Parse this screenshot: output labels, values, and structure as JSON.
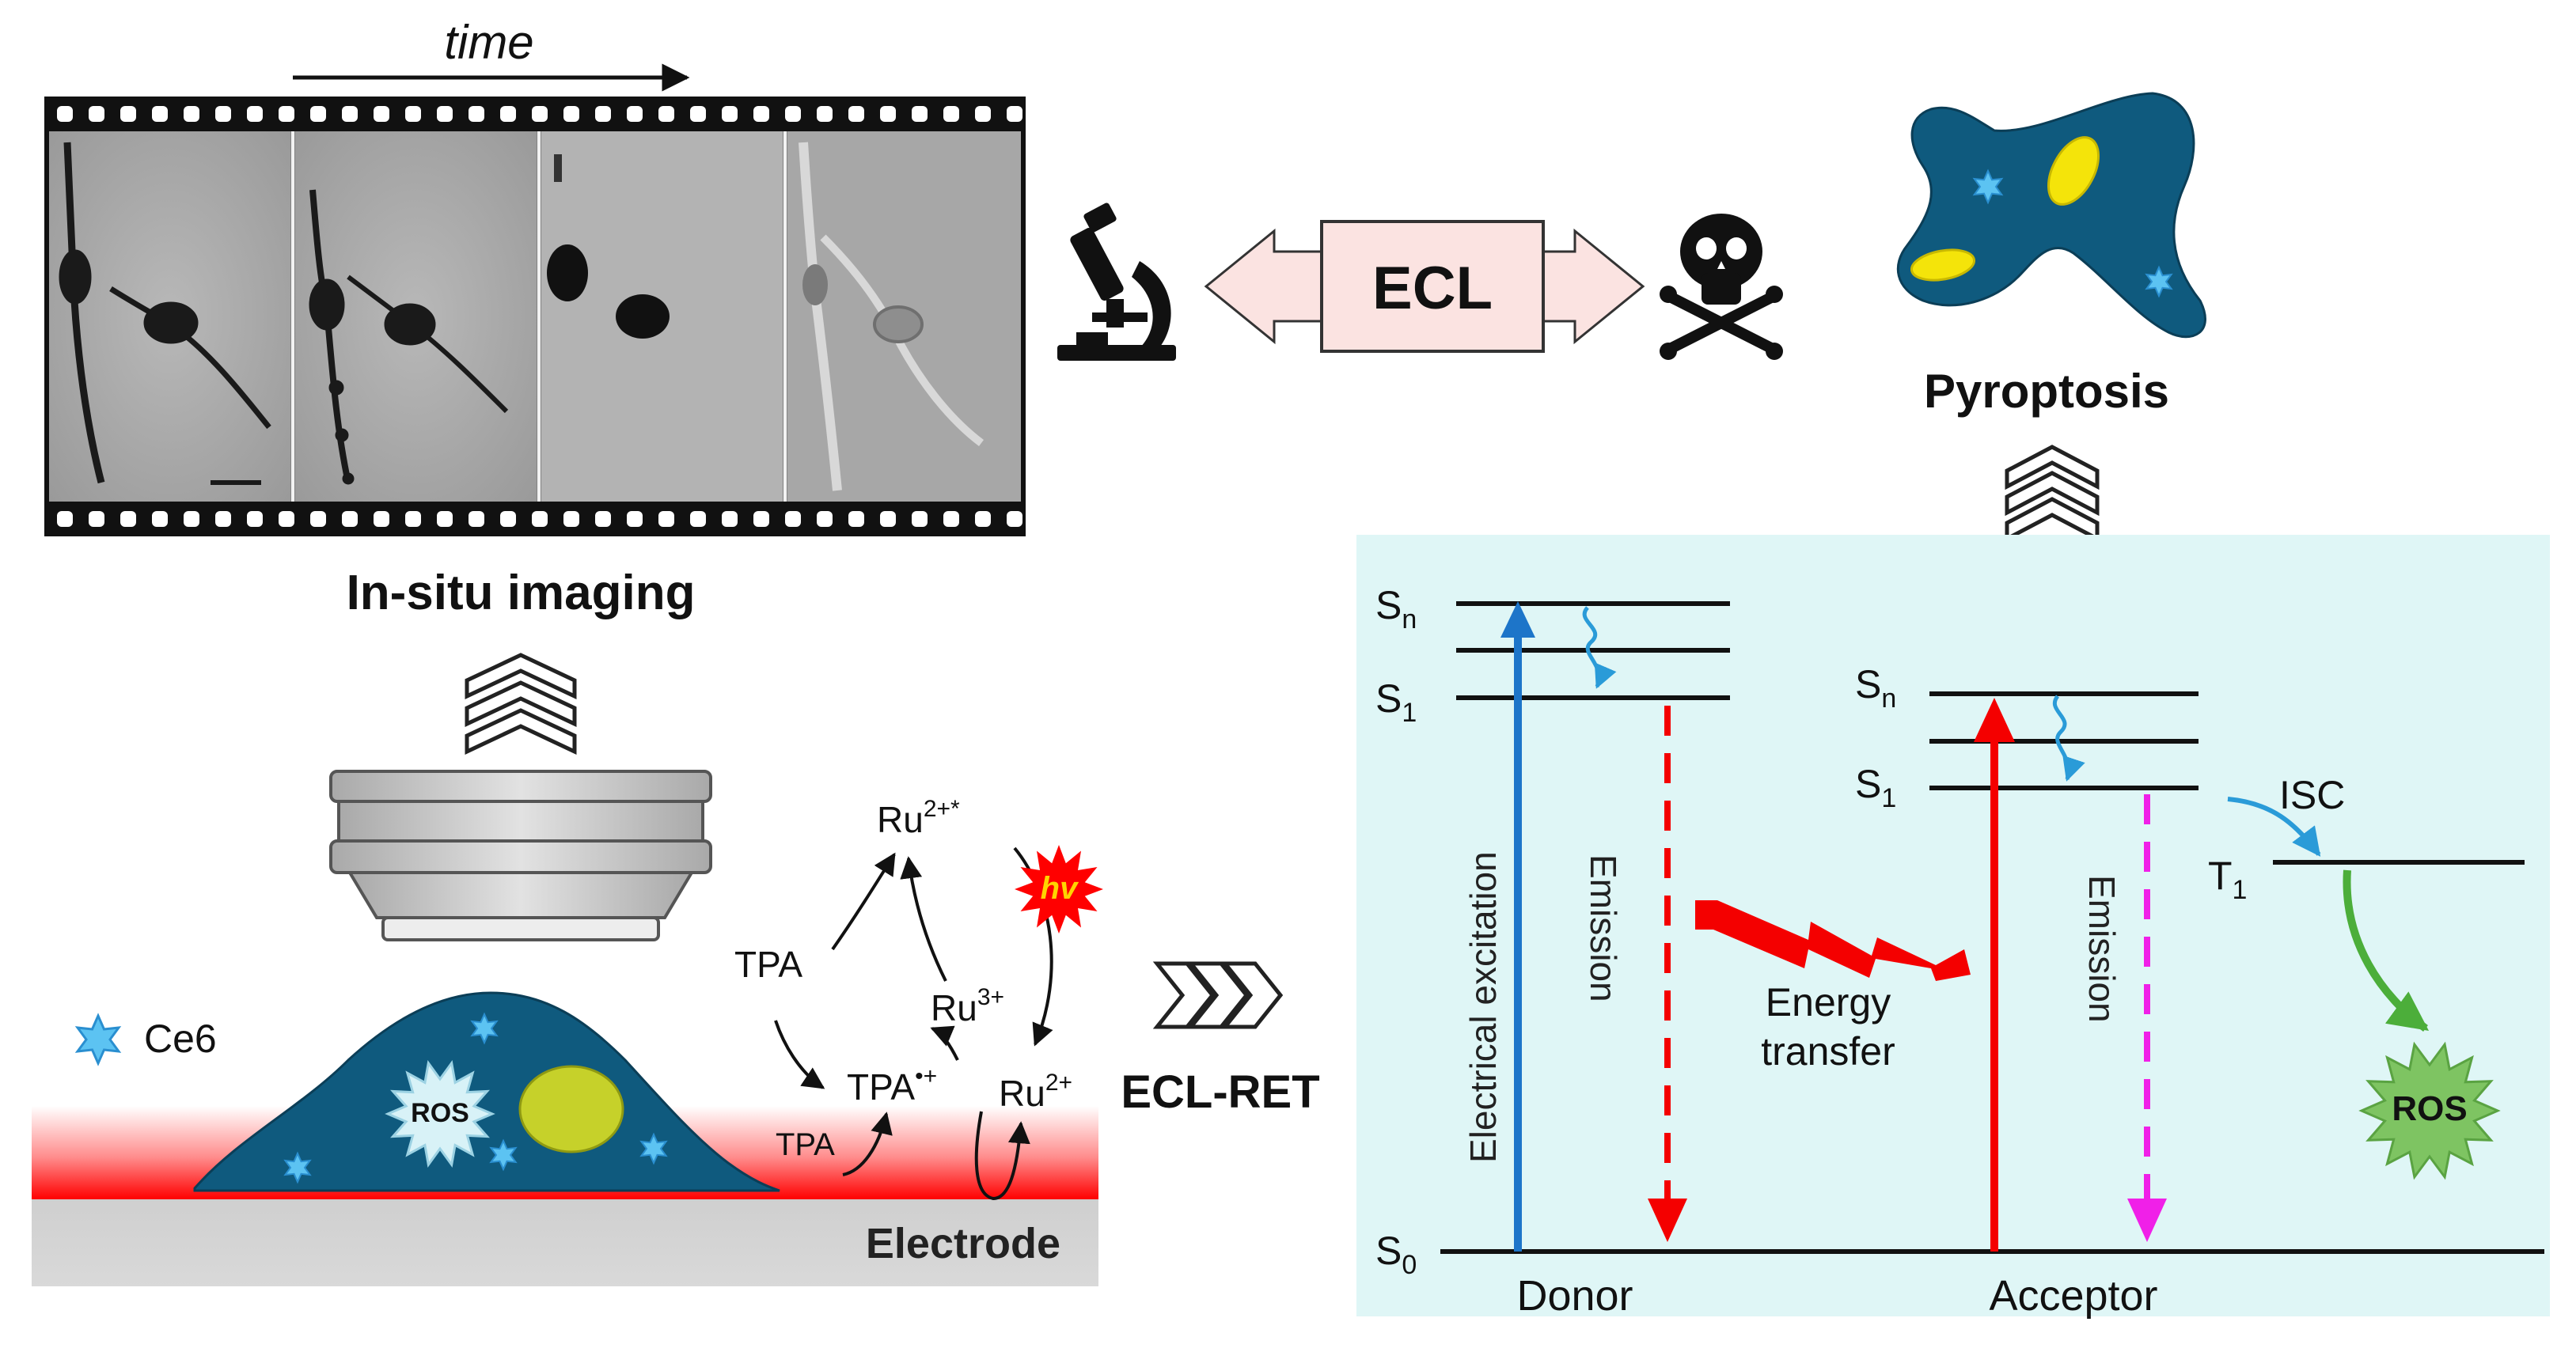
{
  "filmstrip": {
    "time_label": "time",
    "caption": "In-situ imaging"
  },
  "center": {
    "ecl_label": "ECL",
    "microscope_icon": "microscope-icon",
    "skull_icon": "skull-crossbones-icon"
  },
  "pyroptosis": {
    "label": "Pyroptosis"
  },
  "electrode": {
    "legend_label": "Ce6",
    "ros_label": "ROS",
    "electrode_label": "Electrode",
    "tpa_surface": "TPA"
  },
  "cycle": {
    "ru_excited_base": "Ru",
    "ru_excited_sup": "2+*",
    "tpa_left": "TPA",
    "ru3_base": "Ru",
    "ru3_sup": "3+",
    "tpa_radical_base": "TPA",
    "tpa_radical_sup": "•+",
    "ru2_base": "Ru",
    "ru2_sup": "2+",
    "hv_label": "hv"
  },
  "ecl_ret_label": "ECL-RET",
  "energy": {
    "sn_base": "S",
    "sn_sub": "n",
    "s1_base": "S",
    "s1_sub": "1",
    "s0_base": "S",
    "s0_sub": "0",
    "t1_base": "T",
    "t1_sub": "1",
    "electrical_excitation": "Electrical excitation",
    "emission_donor": "Emission",
    "emission_acceptor": "Emission",
    "energy_transfer_line1": "Energy",
    "energy_transfer_line2": "transfer",
    "isc_label": "ISC",
    "ros_label": "ROS",
    "donor_label": "Donor",
    "acceptor_label": "Acceptor"
  },
  "colors": {
    "cell_fill": "#0f5a7e",
    "nucleus": "#c6d12a",
    "panel_bg": "#dff6f6",
    "ecl_box": "#fbe3e1",
    "red": "#f40000",
    "blue": "#1d75c9",
    "magenta": "#f020e8",
    "green": "#4cae3a",
    "ros_green": "#7ec462"
  }
}
